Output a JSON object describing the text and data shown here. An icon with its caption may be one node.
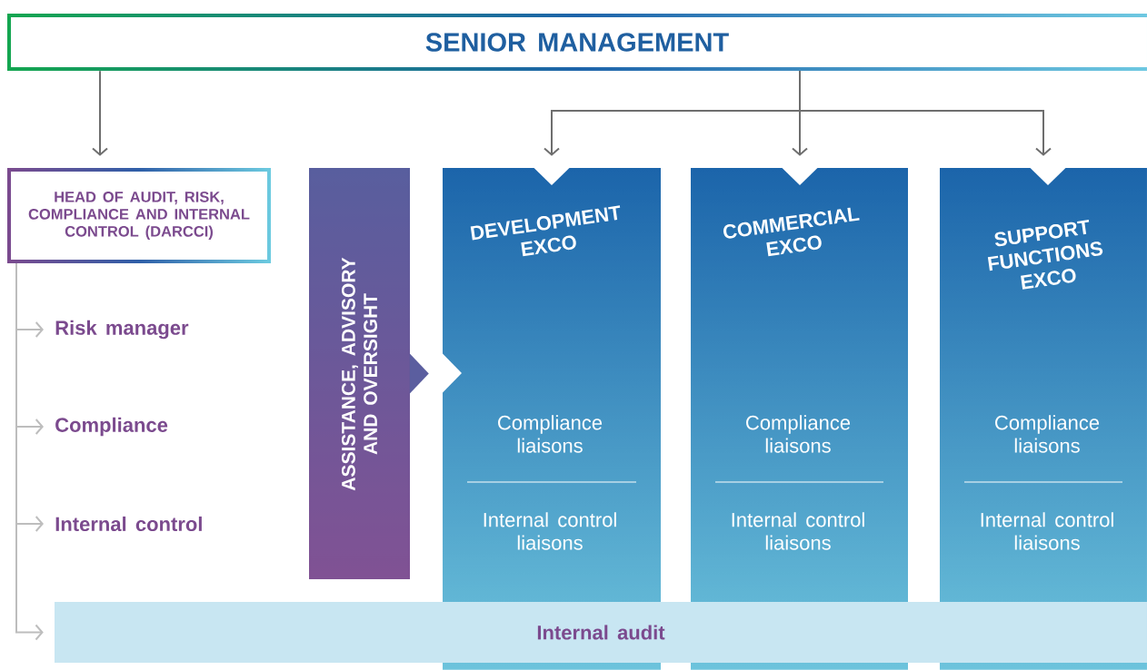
{
  "diagram": {
    "nodes": [
      {
        "text": [
          "SENIOR MANAGEMENT"
        ]
      },
      {
        "text": [
          "HEAD OF AUDIT, RISK, COMPLIANCE AND INTERNAL CONTROL (DARCCI)"
        ]
      },
      {
        "text": [
          "Risk manager"
        ]
      },
      {
        "text": [
          "Compliance"
        ]
      },
      {
        "text": [
          "Internal control"
        ]
      },
      {
        "text": [
          "Internal audit"
        ]
      },
      {
        "text": [
          "ASSISTANCE, ADVISORY AND OVERSIGHT"
        ]
      },
      {
        "text": [
          "DEVELOPMENT EXCO",
          "Compliance liaisons",
          "Internal control liaisons"
        ]
      },
      {
        "text": [
          "COMMERCIAL EXCO",
          "Compliance liaisons",
          "Internal control liaisons"
        ]
      },
      {
        "text": [
          "SUPPORT FUNCTIONS EXCO",
          "Compliance liaisons",
          "Internal control liaisons"
        ]
      }
    ],
    "edges": [
      {
        "from": 0,
        "to": 1,
        "arrow": "to"
      },
      {
        "from": 0,
        "to": 7,
        "arrow": "to"
      },
      {
        "from": 0,
        "to": 8,
        "arrow": "to"
      },
      {
        "from": 0,
        "to": 9,
        "arrow": "to"
      },
      {
        "from": 1,
        "to": 2,
        "arrow": "to",
        "color": "#bdbdbd"
      },
      {
        "from": 1,
        "to": 3,
        "arrow": "to",
        "color": "#bdbdbd"
      },
      {
        "from": 1,
        "to": 4,
        "arrow": "to",
        "color": "#bdbdbd"
      },
      {
        "from": 1,
        "to": 5,
        "arrow": "to",
        "color": "#bdbdbd"
      },
      {
        "from": 6,
        "to": 7,
        "arrow": "to",
        "style": "thick",
        "color": "#5b5e9f"
      }
    ]
  }
}
